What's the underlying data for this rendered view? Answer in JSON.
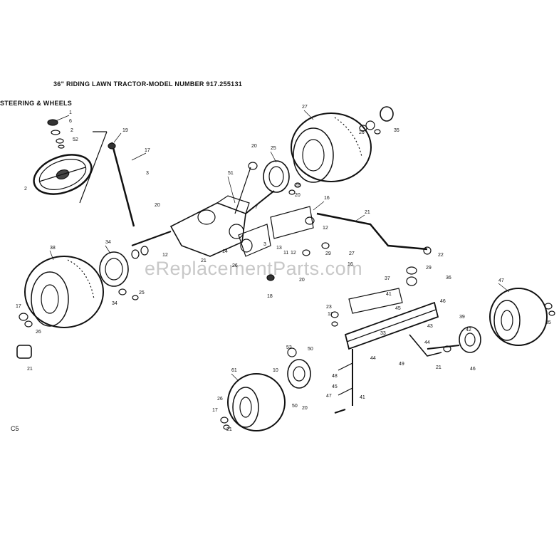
{
  "header": {
    "title": "36\" RIDING LAWN TRACTOR-MODEL NUMBER 917.255131",
    "section": "STEERING & WHEELS"
  },
  "footer": {
    "code": "C5"
  },
  "watermark": "eReplacementParts.com",
  "callouts": [
    "1",
    "6",
    "2",
    "52",
    "2",
    "17",
    "3",
    "19",
    "20",
    "27",
    "25",
    "35",
    "26",
    "51",
    "20",
    "28",
    "16",
    "20",
    "12",
    "7",
    "14",
    "13",
    "11",
    "12",
    "3",
    "21",
    "29",
    "20",
    "21",
    "26",
    "34",
    "12",
    "27",
    "22",
    "16",
    "29",
    "25",
    "18",
    "17",
    "26",
    "21",
    "38",
    "34",
    "37",
    "36",
    "47",
    "45",
    "46",
    "41",
    "23",
    "39",
    "35",
    "17",
    "43",
    "33",
    "42",
    "44",
    "44",
    "49",
    "46",
    "48",
    "21",
    "50",
    "10",
    "45",
    "53",
    "47",
    "41",
    "20",
    "50",
    "61",
    "17",
    "26",
    "21"
  ]
}
